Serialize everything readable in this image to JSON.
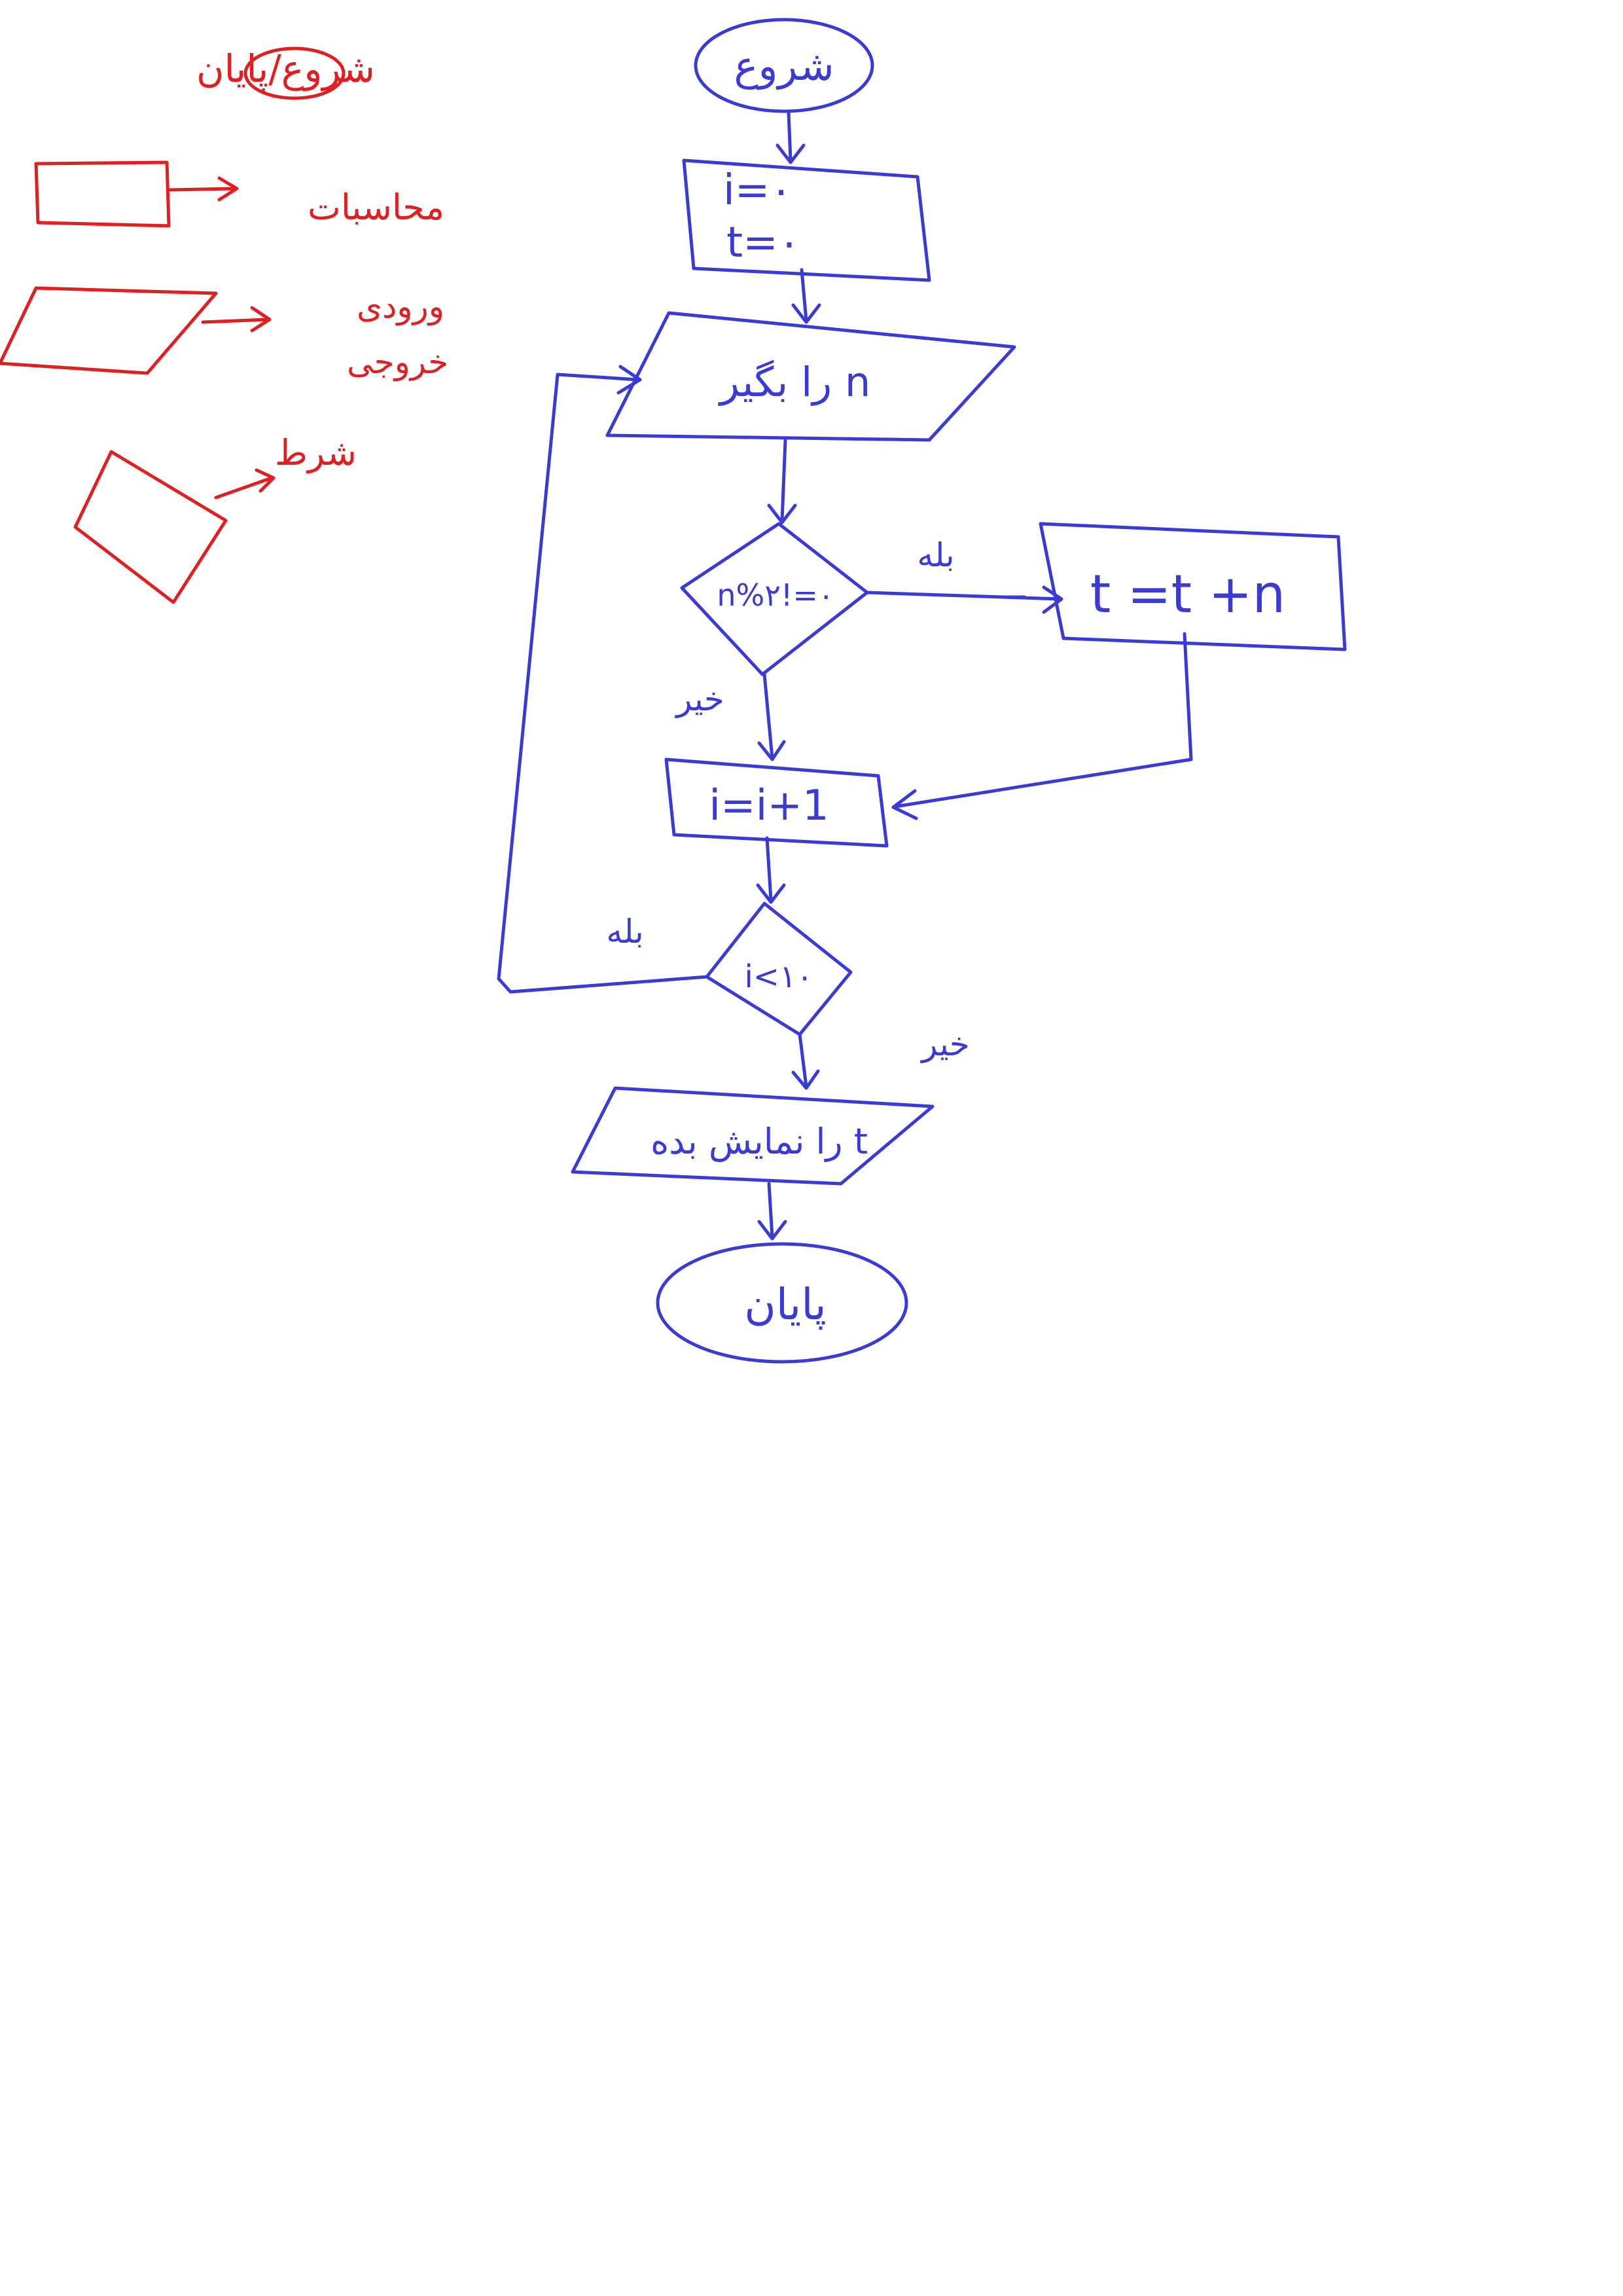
{
  "legend": {
    "terminal": "شروع/پایان",
    "process": "محاسبات",
    "io_line1": "ورودی",
    "io_line2": "خروجی",
    "decision": "شرط"
  },
  "flowchart": {
    "start": "شروع",
    "init_i": "i=۰",
    "init_t": "t=۰",
    "input": "n را بگیر",
    "cond1": "n%۲!=۰",
    "cond1_yes": "بله",
    "cond1_no": "خیر",
    "add": "t =t +n",
    "increment": "i=i+1",
    "cond2": "i<۱۰",
    "cond2_yes": "بله",
    "cond2_no": "خیر",
    "output": "t را نمایش بده",
    "end": "پایان"
  }
}
